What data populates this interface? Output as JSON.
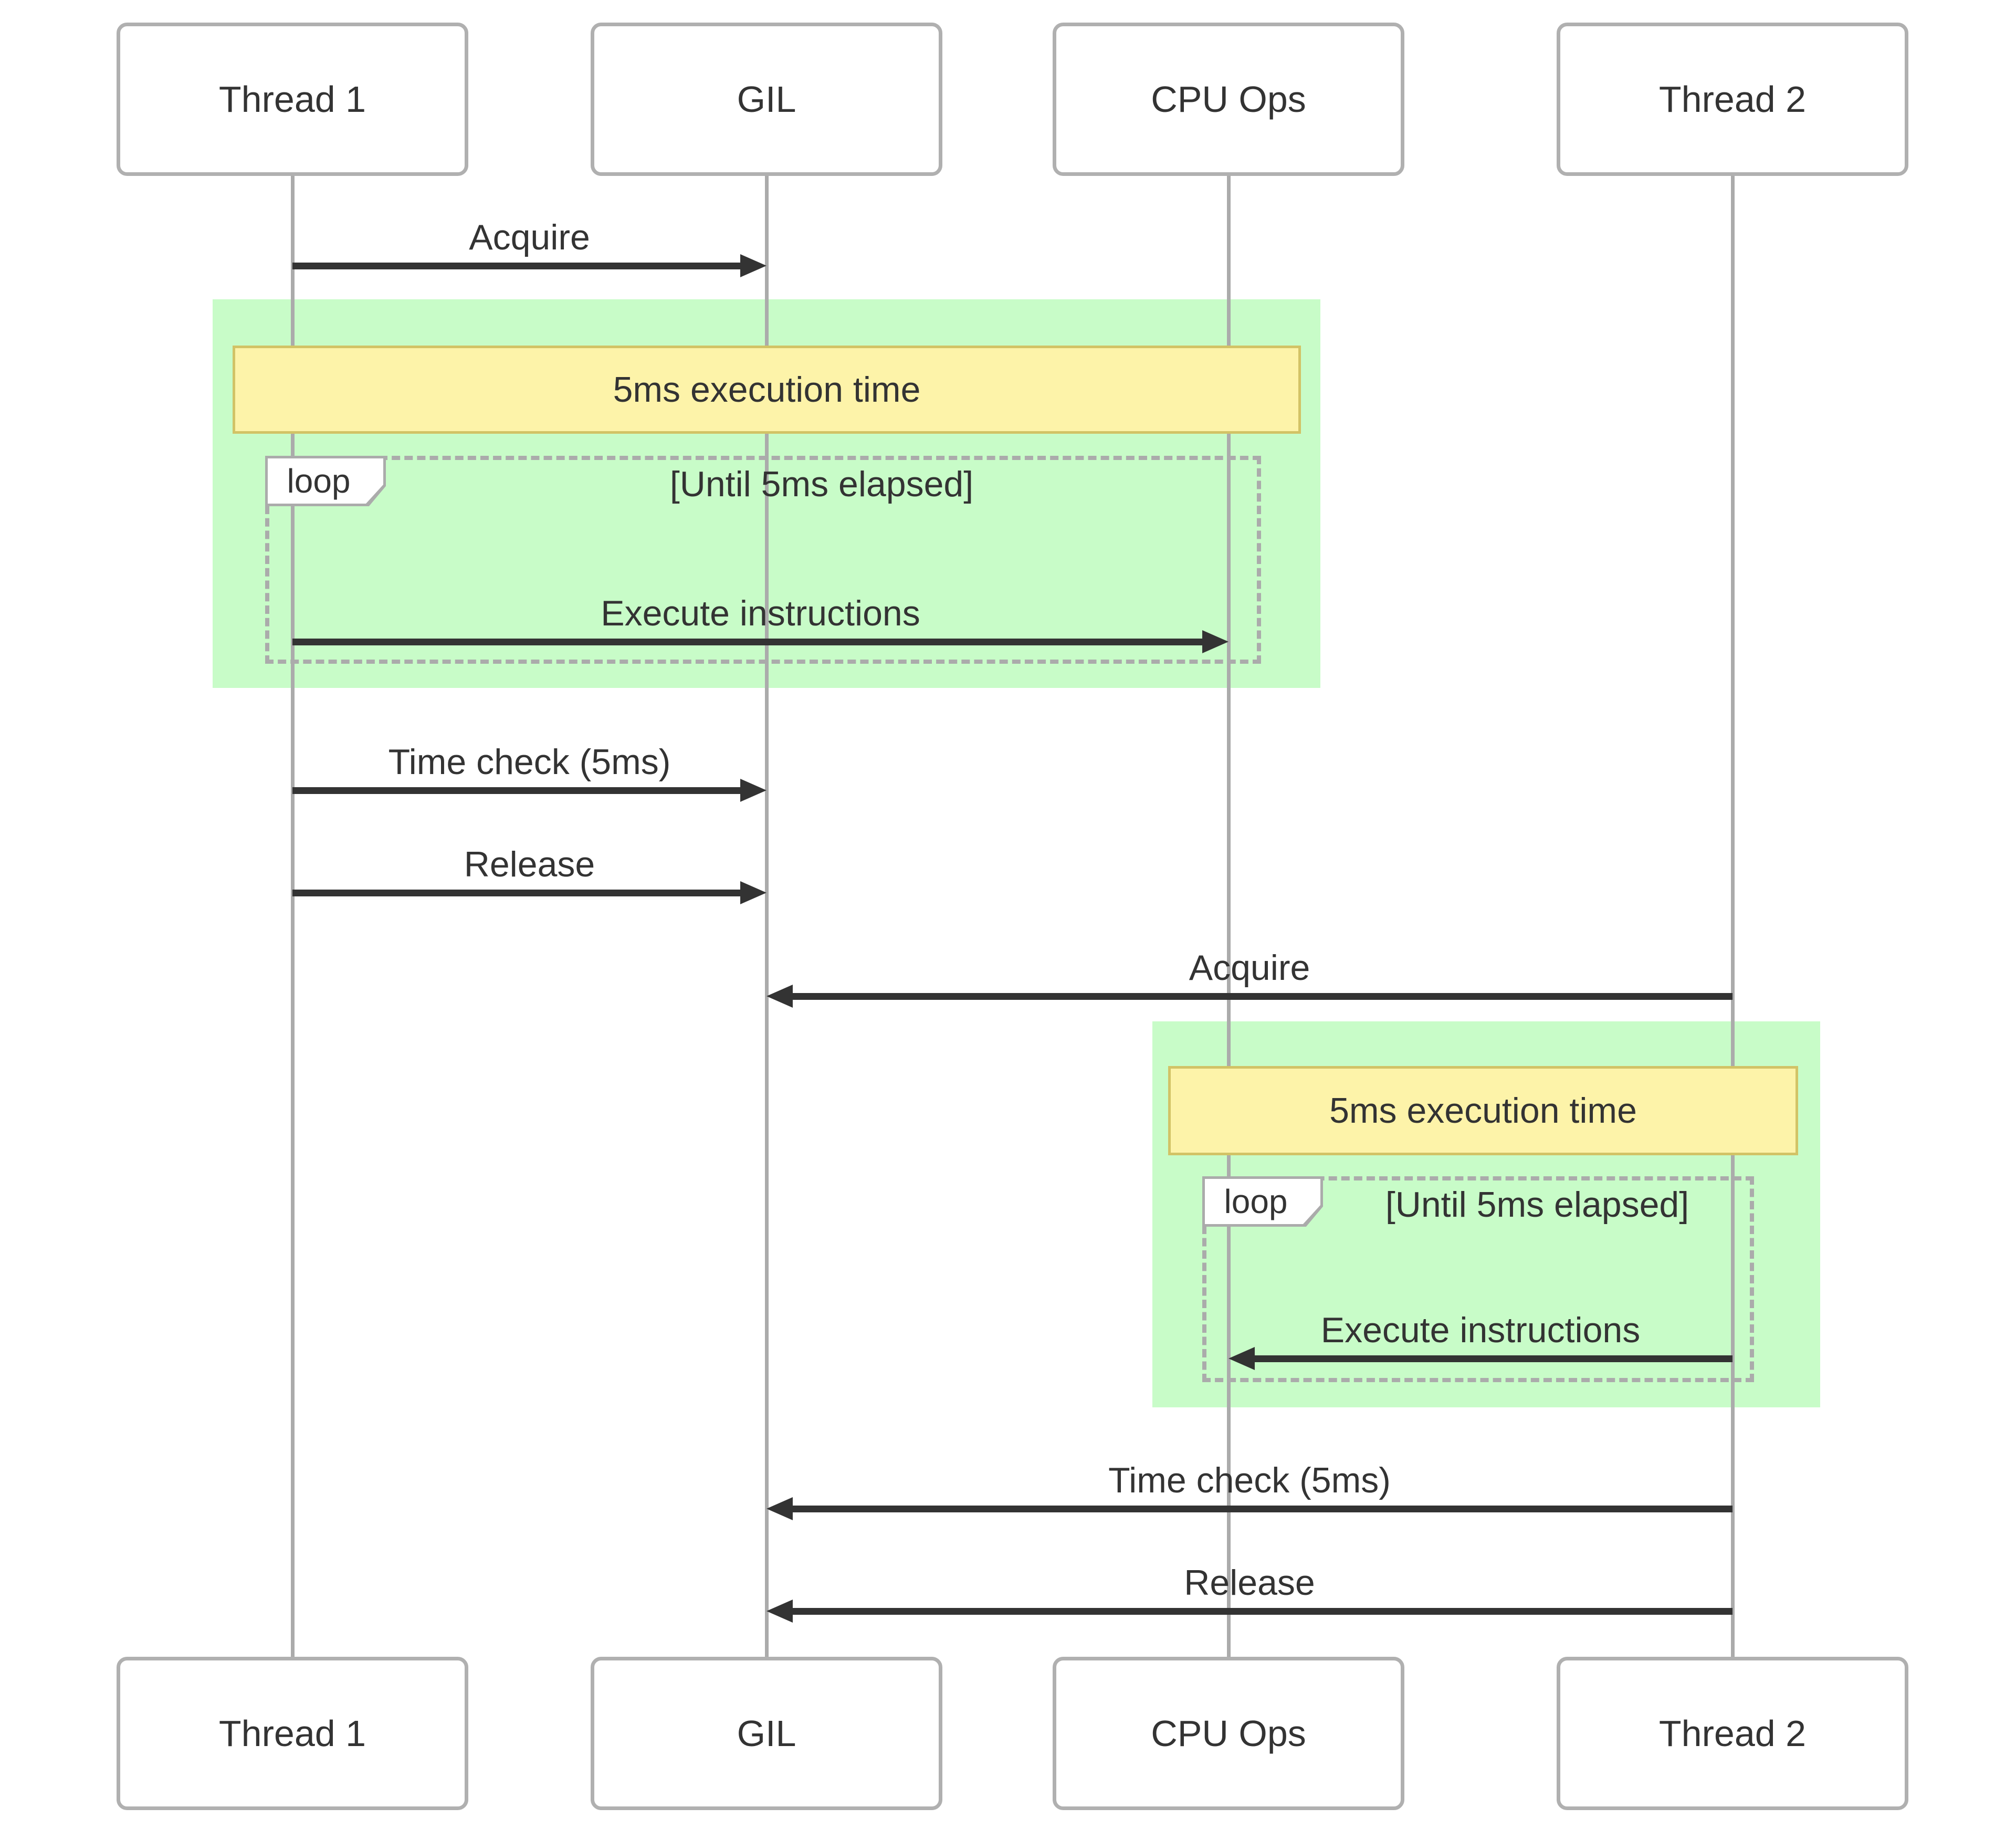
{
  "participants": [
    {
      "label": "Thread 1"
    },
    {
      "label": "GIL"
    },
    {
      "label": "CPU Ops"
    },
    {
      "label": "Thread 2"
    }
  ],
  "seq1": {
    "acquire": "Acquire",
    "note": "5ms execution time",
    "loop_label": "loop",
    "loop_condition": "[Until 5ms elapsed]",
    "execute": "Execute instructions",
    "time_check": "Time check (5ms)",
    "release": "Release"
  },
  "seq2": {
    "acquire": "Acquire",
    "note": "5ms execution time",
    "loop_label": "loop",
    "loop_condition": "[Until 5ms elapsed]",
    "execute": "Execute instructions",
    "time_check": "Time check (5ms)",
    "release": "Release"
  },
  "colors": {
    "highlight_green": "#c8fcc8",
    "note_fill": "#fdf3a9",
    "note_border": "#d2c366",
    "line_gray": "#ababab",
    "box_border": "#b0b0b0",
    "ink": "#333333"
  }
}
